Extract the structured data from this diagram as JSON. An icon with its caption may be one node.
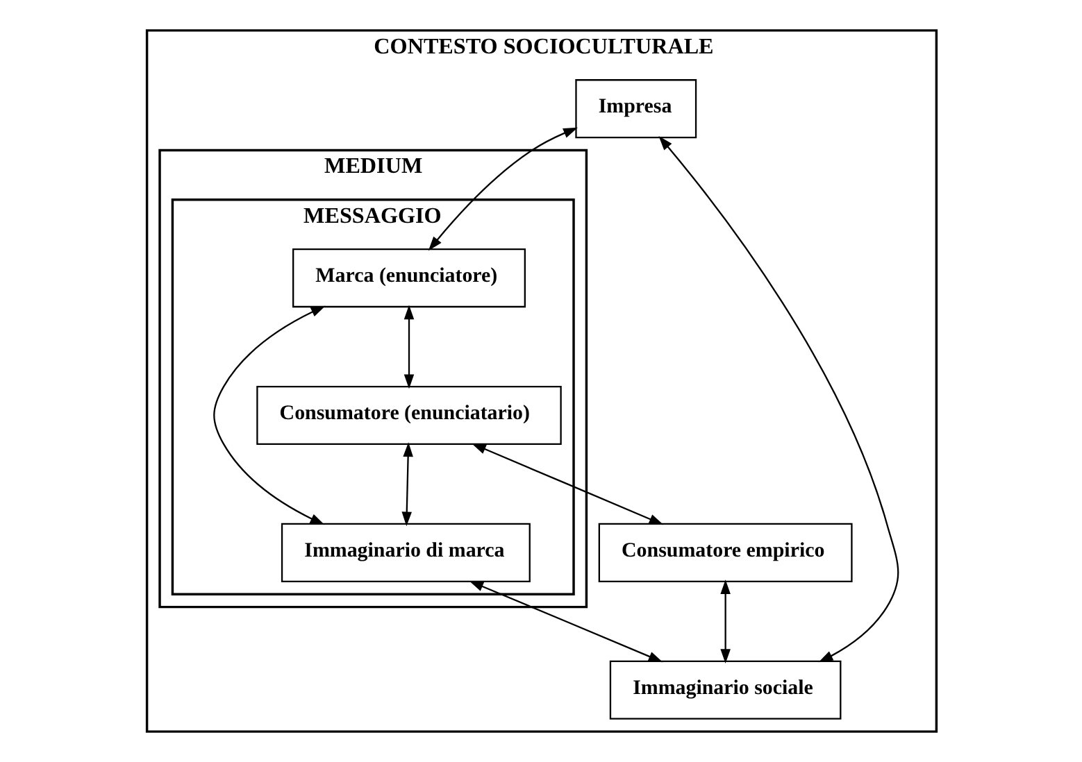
{
  "diagram": {
    "nodes": [
      {
        "text": [
          "CONTESTO SOCIOCULTURALE"
        ]
      },
      {
        "text": [
          "MEDIUM"
        ],
        "in": 0
      },
      {
        "text": [
          "MESSAGGIO"
        ],
        "in": 1
      },
      {
        "text": [
          "Impresa"
        ],
        "in": 0
      },
      {
        "text": [
          "Marca (enunciatore)"
        ],
        "in": 2
      },
      {
        "text": [
          "Consumatore (enunciatario)"
        ],
        "in": 2
      },
      {
        "text": [
          "Consumatore empirico"
        ],
        "in": 0
      },
      {
        "text": [
          "Immaginario di marca"
        ],
        "in": 2
      },
      {
        "text": [
          "Immaginario sociale"
        ],
        "in": 0
      }
    ],
    "edges": [
      {
        "from": 3,
        "to": 4,
        "arrow": "both"
      },
      {
        "from": 4,
        "to": 5,
        "arrow": "both"
      },
      {
        "from": 5,
        "to": 6,
        "arrow": "both"
      },
      {
        "from": 4,
        "to": 7,
        "arrow": "both"
      },
      {
        "from": 5,
        "to": 7,
        "arrow": "both"
      },
      {
        "from": 7,
        "to": 8,
        "arrow": "both"
      },
      {
        "from": 3,
        "to": 8,
        "arrow": "both"
      },
      {
        "from": 6,
        "to": 8,
        "arrow": "both"
      }
    ]
  }
}
